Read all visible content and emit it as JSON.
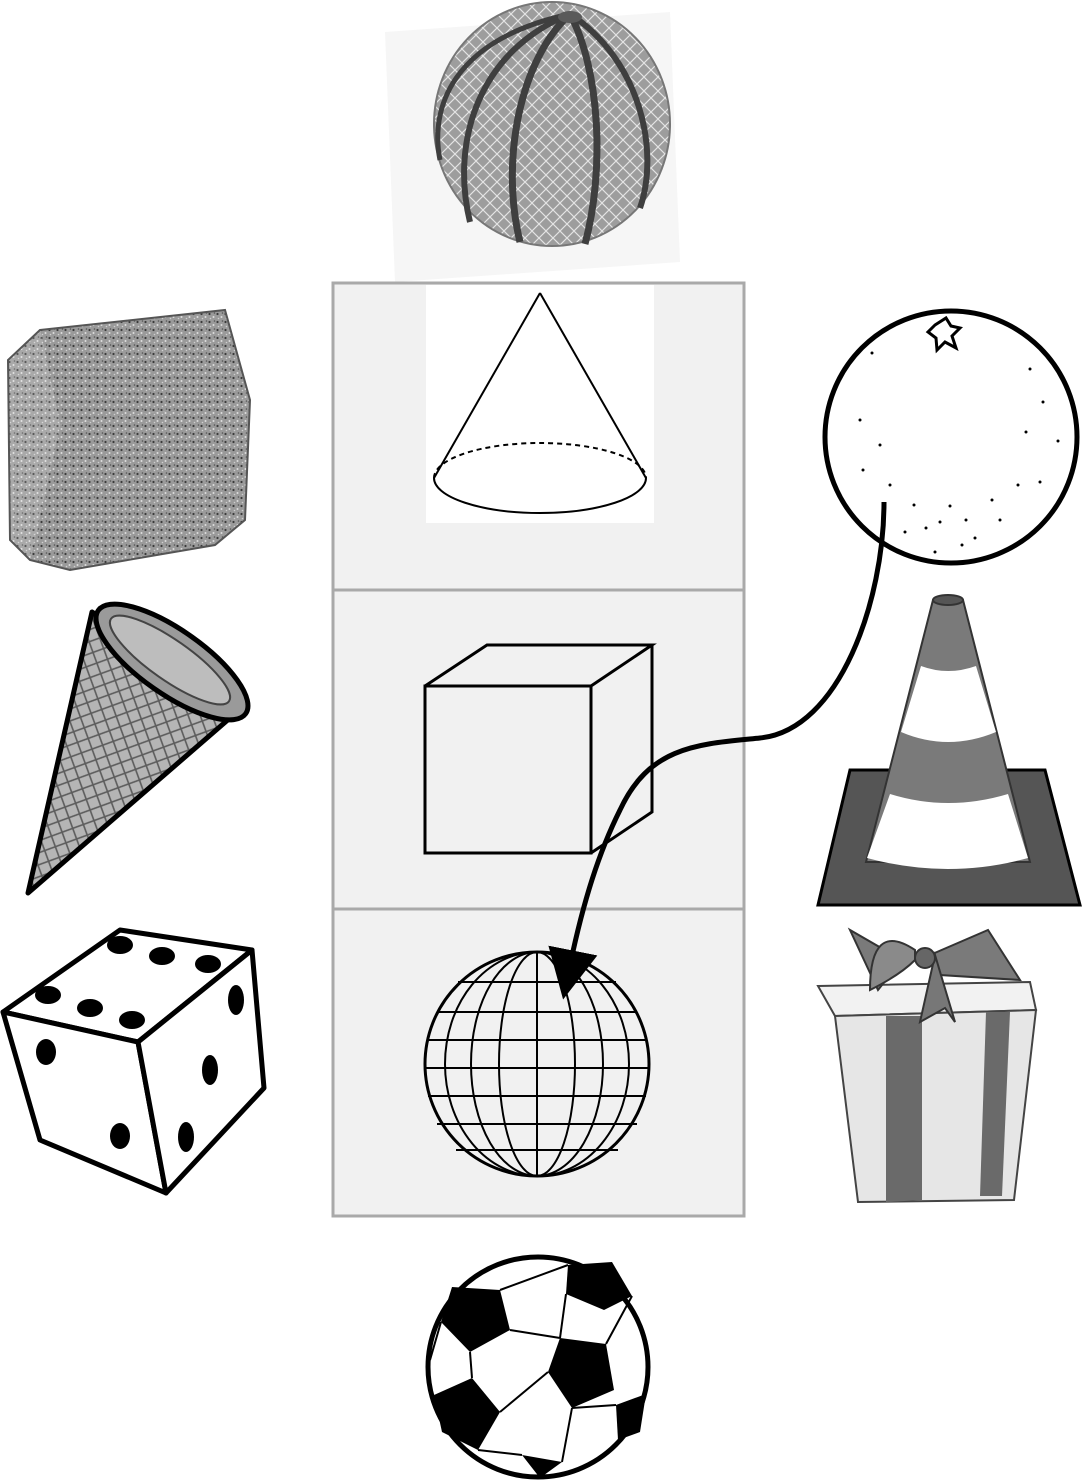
{
  "worksheet": {
    "type": "shape-matching",
    "center_shapes": [
      "cone",
      "cube",
      "sphere"
    ],
    "objects": [
      {
        "name": "cantaloupe-melon",
        "shape": "sphere"
      },
      {
        "name": "granite-stone-block",
        "shape": "cube"
      },
      {
        "name": "ice-cream-cone",
        "shape": "cone"
      },
      {
        "name": "dice",
        "shape": "cube"
      },
      {
        "name": "orange",
        "shape": "sphere"
      },
      {
        "name": "traffic-cone",
        "shape": "cone"
      },
      {
        "name": "gift-box",
        "shape": "cube"
      },
      {
        "name": "soccer-ball",
        "shape": "sphere"
      }
    ],
    "example_match": {
      "from": "orange",
      "to": "sphere"
    }
  },
  "colors": {
    "panel_fill": "#f1f1f1",
    "panel_border": "#a9a9a9",
    "ink": "#000000",
    "gray_dark": "#555555",
    "gray_mid": "#8a8a8a",
    "gray_light": "#bdbdbd"
  }
}
